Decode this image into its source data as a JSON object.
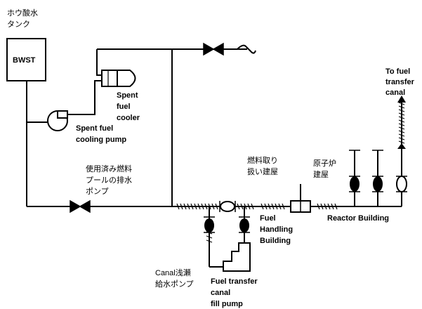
{
  "labels": {
    "bwst_jp": [
      "ホウ酸水",
      "タンク"
    ],
    "bwst": "BWST",
    "spent_fuel_cooler": [
      "Spent",
      "fuel",
      "cooler"
    ],
    "spent_fuel_cooling_pump": [
      "Spent fuel",
      "cooling pump"
    ],
    "drain_pump_jp": [
      "使用済み燃料",
      "プールの排水",
      "ポンプ"
    ],
    "to_fuel_transfer_canal": [
      "To fuel",
      "transfer",
      "canal"
    ],
    "fuel_handling_building_jp": [
      "燃料取り",
      "扱い建屋"
    ],
    "reactor_building_jp": [
      "原子炉",
      "建屋"
    ],
    "fuel_handling_building": [
      "Fuel",
      "Handling",
      "Building"
    ],
    "reactor_building": "Reactor  Building",
    "canal_fill_pump_jp": [
      "Canal浅瀬",
      "給水ポンプ"
    ],
    "fuel_transfer_canal_fill_pump": [
      "Fuel transfer",
      "canal",
      "fill pump"
    ]
  }
}
